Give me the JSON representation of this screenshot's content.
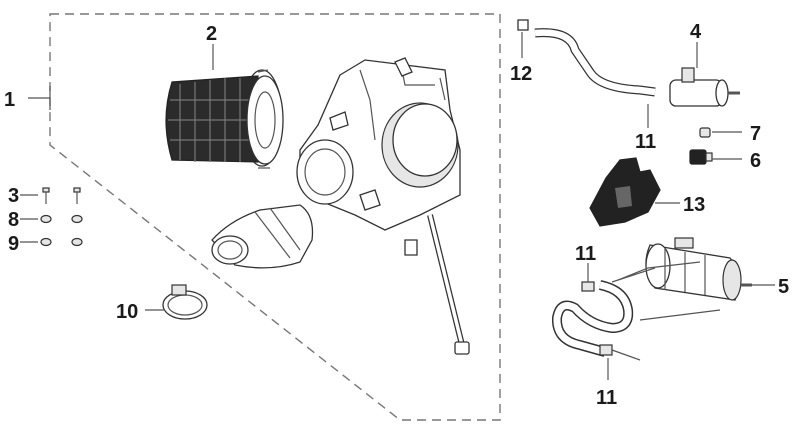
{
  "callouts": [
    {
      "id": "1",
      "text": "1"
    },
    {
      "id": "2",
      "text": "2"
    },
    {
      "id": "3",
      "text": "3"
    },
    {
      "id": "8",
      "text": "8"
    },
    {
      "id": "9",
      "text": "9"
    },
    {
      "id": "10",
      "text": "10"
    },
    {
      "id": "12",
      "text": "12"
    },
    {
      "id": "11a",
      "text": "11"
    },
    {
      "id": "4",
      "text": "4"
    },
    {
      "id": "7",
      "text": "7"
    },
    {
      "id": "6",
      "text": "6"
    },
    {
      "id": "13",
      "text": "13"
    },
    {
      "id": "11b",
      "text": "11"
    },
    {
      "id": "5",
      "text": "5"
    },
    {
      "id": "11c",
      "text": "11"
    }
  ],
  "colors": {
    "line": "#555555",
    "ink": "#1a1a1a",
    "mesh": "#2b2b2b",
    "fill": "#e6e6e6"
  },
  "parts": [
    "air-filter-element-icon",
    "airbox-housing-icon",
    "intake-duct-icon",
    "hose-clamp-icon",
    "bolt-icon",
    "washer-icon",
    "nut-icon",
    "breather-hose-icon",
    "purge-valve-icon",
    "connector-plug-icon",
    "small-clip-icon",
    "mounting-bracket-icon",
    "canister-icon",
    "canister-hose-icon",
    "dashed-group-outline"
  ]
}
